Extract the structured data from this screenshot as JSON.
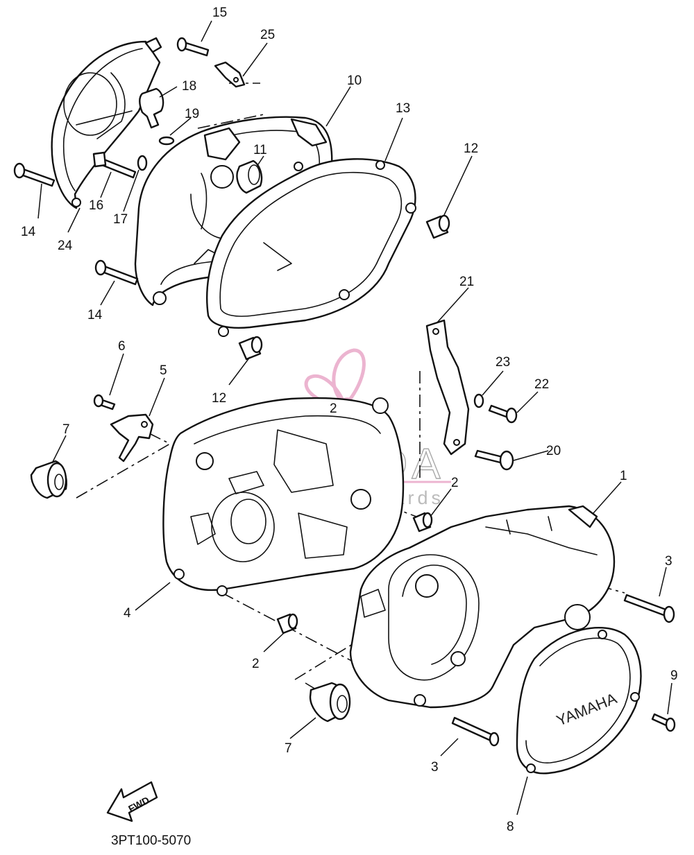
{
  "diagram": {
    "code": "3PT100-5070",
    "fwd_label": "FWD",
    "cover_brand": "YAMAHA",
    "watermark": {
      "name": "ARMADA",
      "tagline": "marine outboards"
    }
  },
  "callouts": [
    {
      "id": "c1",
      "label": "1"
    },
    {
      "id": "c2a",
      "label": "2"
    },
    {
      "id": "c2b",
      "label": "2"
    },
    {
      "id": "c2c",
      "label": "2"
    },
    {
      "id": "c3a",
      "label": "3"
    },
    {
      "id": "c3b",
      "label": "3"
    },
    {
      "id": "c4",
      "label": "4"
    },
    {
      "id": "c5",
      "label": "5"
    },
    {
      "id": "c6",
      "label": "6"
    },
    {
      "id": "c7a",
      "label": "7"
    },
    {
      "id": "c7b",
      "label": "7"
    },
    {
      "id": "c8",
      "label": "8"
    },
    {
      "id": "c9",
      "label": "9"
    },
    {
      "id": "c10",
      "label": "10"
    },
    {
      "id": "c11",
      "label": "11"
    },
    {
      "id": "c12a",
      "label": "12"
    },
    {
      "id": "c12b",
      "label": "12"
    },
    {
      "id": "c13",
      "label": "13"
    },
    {
      "id": "c14a",
      "label": "14"
    },
    {
      "id": "c14b",
      "label": "14"
    },
    {
      "id": "c15",
      "label": "15"
    },
    {
      "id": "c16",
      "label": "16"
    },
    {
      "id": "c17",
      "label": "17"
    },
    {
      "id": "c18",
      "label": "18"
    },
    {
      "id": "c19",
      "label": "19"
    },
    {
      "id": "c20",
      "label": "20"
    },
    {
      "id": "c21",
      "label": "21"
    },
    {
      "id": "c22",
      "label": "22"
    },
    {
      "id": "c23",
      "label": "23"
    },
    {
      "id": "c24",
      "label": "24"
    },
    {
      "id": "c25",
      "label": "25"
    }
  ]
}
